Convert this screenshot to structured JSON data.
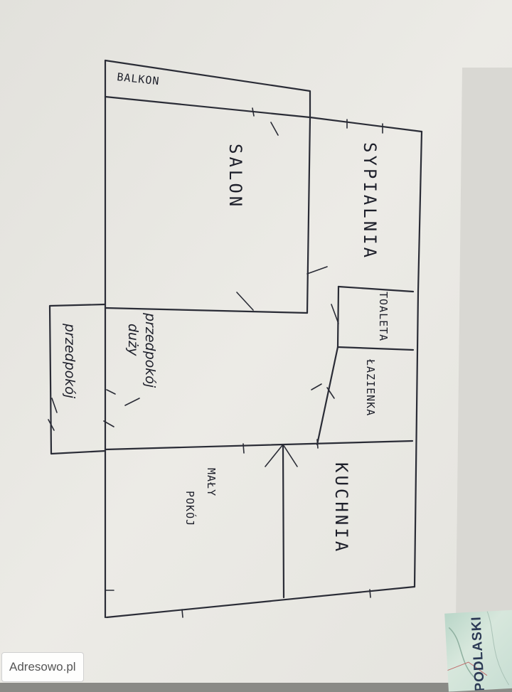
{
  "floor_plan": {
    "rooms": {
      "balkon": "BALKON",
      "salon": "SALON",
      "sypialnia": "SYPIALNIA",
      "toaleta": "TOALETA",
      "lazienka": "ŁAZIENKA",
      "przedpokoj_duzy_line1": "przedpokój",
      "przedpokoj_duzy_line2": "duży",
      "przedpokoj_maly": "przedpokój",
      "kuchnia": "KUCHNIA",
      "maly_pokoj_line1": "MAŁY",
      "maly_pokoj_line2": "POKÓJ"
    }
  },
  "map_fragment": {
    "region_label": "PODLASKI"
  },
  "watermark": {
    "text": "Adresowo.pl"
  },
  "colors": {
    "paper": "#ecebe6",
    "ink": "#2a2c36",
    "background": "#8a8a86"
  }
}
